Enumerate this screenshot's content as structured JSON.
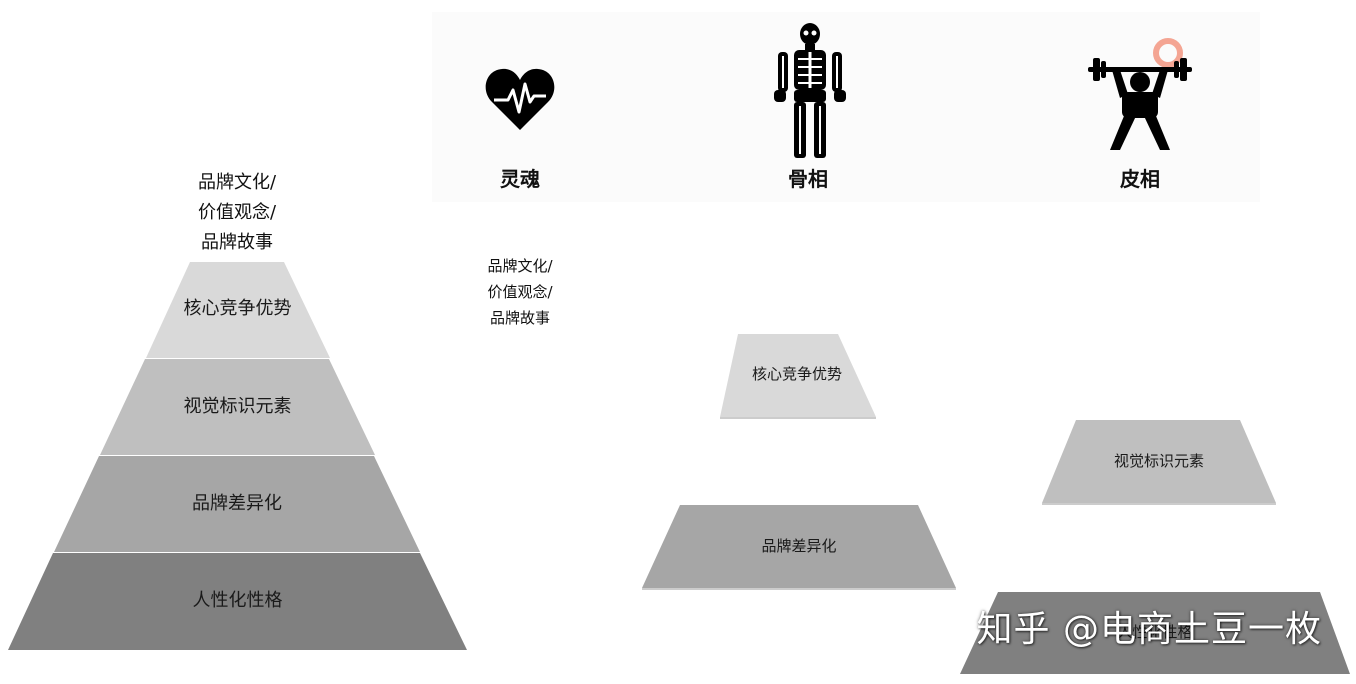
{
  "pillars": [
    {
      "label": "灵魂",
      "icon": "heart-pulse-icon"
    },
    {
      "label": "骨相",
      "icon": "skeleton-icon"
    },
    {
      "label": "皮相",
      "icon": "weightlifter-icon"
    }
  ],
  "pyramid": {
    "top_caption": [
      "品牌文化/",
      "价值观念/",
      "品牌故事"
    ],
    "tiers": [
      "核心竞争优势",
      "视觉标识元素",
      "品牌差异化",
      "人性化性格"
    ]
  },
  "exploded": {
    "caption": [
      "品牌文化/",
      "价值观念/",
      "品牌故事"
    ],
    "core": "核心竞争优势",
    "visual": "视觉标识元素",
    "differentiation": "品牌差异化",
    "personality": "人性化性格"
  },
  "watermark": "知乎 @电商土豆一枚",
  "colors": {
    "tier1": "#d9d9d9",
    "tier2": "#bfbfbf",
    "tier3": "#a6a6a6",
    "tier4": "#808080",
    "accent": "#f4a593"
  }
}
